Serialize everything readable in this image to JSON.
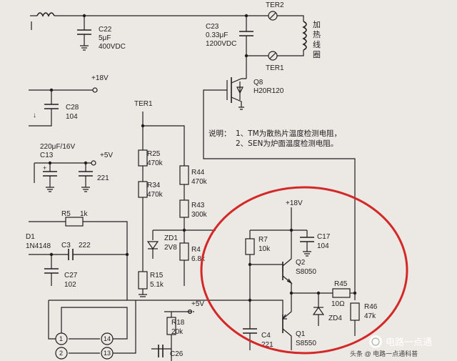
{
  "title_coil": [
    "加",
    "热",
    "线",
    "圈"
  ],
  "note": {
    "heading": "说明：",
    "line1": "1、TM为散热片温度检测电阻，",
    "line2": "2、SEN为炉面温度检测电阻。"
  },
  "terminals": {
    "ter2": "TER2",
    "ter1_top": "TER1",
    "ter1_left": "TER1"
  },
  "rails": {
    "v18_top": "+18V",
    "v18_mid": "+18V",
    "v5_left": "+5V",
    "v5_bottom": "+5V"
  },
  "components": {
    "c22": {
      "name": "C22",
      "value": "5μF",
      "rating": "400VDC"
    },
    "c23": {
      "name": "C23",
      "value": "0.33μF",
      "rating": "1200VDC"
    },
    "q8": {
      "name": "Q8",
      "part": "H20R120"
    },
    "c28": {
      "name": "C28",
      "value": "104"
    },
    "c13": {
      "value": "220μF/16V",
      "name": "C13"
    },
    "c221": {
      "value": "221"
    },
    "r25": {
      "name": "R25",
      "value": "470k"
    },
    "r34": {
      "name": "R34",
      "value": "470k"
    },
    "r44": {
      "name": "R44",
      "value": "470k"
    },
    "r43": {
      "name": "R43",
      "value": "300k"
    },
    "zd1": {
      "name": "ZD1",
      "value": "2V8"
    },
    "r4": {
      "name": "R4",
      "value": "6.8k"
    },
    "r15": {
      "name": "R15",
      "value": "5.1k"
    },
    "r5": {
      "name": "R5",
      "value": "1k"
    },
    "d1": {
      "name": "D1",
      "value": "1N4148"
    },
    "c3": {
      "name": "C3",
      "value": "222"
    },
    "c27": {
      "name": "C27",
      "value": "102"
    },
    "r18": {
      "name": "R18",
      "value": "20k"
    },
    "c26": {
      "name": "C26"
    },
    "r7": {
      "name": "R7",
      "value": "10k"
    },
    "c17": {
      "name": "C17",
      "value": "104"
    },
    "q2": {
      "name": "Q2",
      "part": "S8050"
    },
    "r45": {
      "name": "R45",
      "value": "10Ω"
    },
    "zd4": {
      "name": "ZD4"
    },
    "r46": {
      "name": "R46",
      "value": "47k"
    },
    "c4": {
      "name": "C4",
      "value": "221"
    },
    "q1": {
      "name": "Q1",
      "part": "S8550"
    }
  },
  "pins": [
    "1",
    "2",
    "14",
    "13"
  ],
  "watermark": "电路一点通",
  "watermark_sub": "头条 @ 电路一点通科普",
  "colors": {
    "highlight_circle": "#d42828",
    "paper": "#ece9e4",
    "ink": "#1e1e1e"
  }
}
